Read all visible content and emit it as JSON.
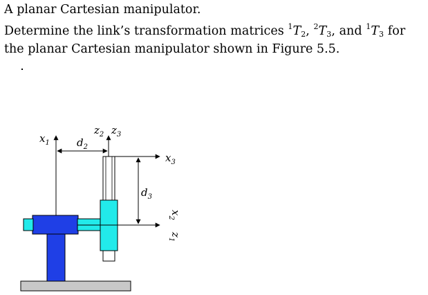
{
  "title": "A planar Cartesian manipulator.",
  "question": {
    "line1_prefix": "Determine the link’s transformation matrices ",
    "m1_pre": "1",
    "m1_T": "T",
    "m1_sub": "2",
    "sep1": ", ",
    "m2_pre": "2",
    "m2_T": "T",
    "m2_sub": "3",
    "sep2": ", and ",
    "m3_pre": "1",
    "m3_T": "T",
    "m3_sub": "3",
    "line1_suffix": " for",
    "line2": "the planar Cartesian manipulator shown in Figure 5.5."
  },
  "figure": {
    "labels": {
      "x1": "x",
      "x1_sub": "1",
      "d2": "d",
      "d2_sub": "2",
      "z2": "z",
      "z2_sub": "2",
      "z3": "z",
      "z3_sub": "3",
      "x3": "x",
      "x3_sub": "3",
      "d3": "d",
      "d3_sub": "3",
      "x2": "x",
      "x2_sub": "2",
      "z1": "z",
      "z1_sub": "1"
    },
    "colors": {
      "link1": "#1f3fe6",
      "link2": "#22eaea",
      "base": "#c8c8c8",
      "outline": "#000000"
    }
  }
}
